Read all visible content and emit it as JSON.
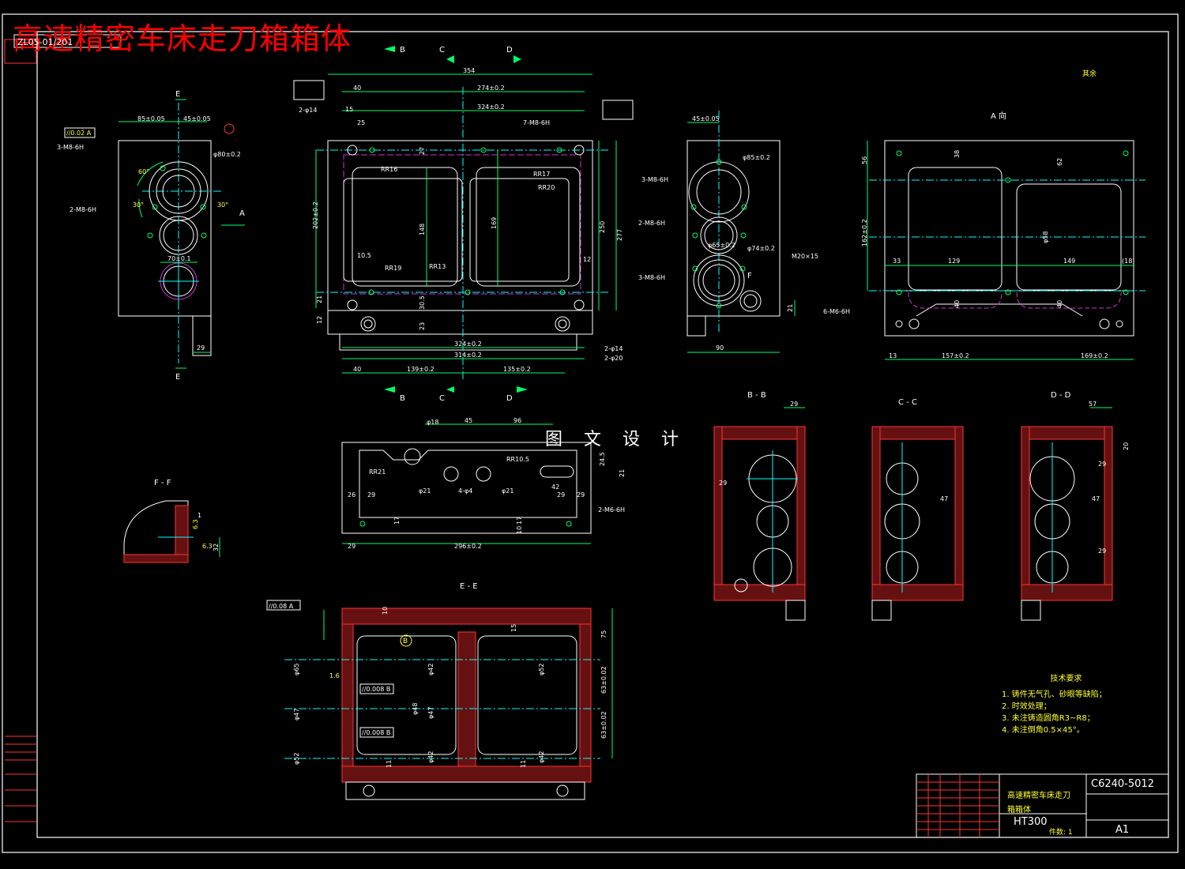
{
  "overlay_title": "高速精密车床走刀箱箱体",
  "watermark": "图 文 设 计",
  "drawing_number": "C6240-5012",
  "part_name_line1": "高速精密车床走刀",
  "part_name_line2": "箱箱体",
  "material": "HT300",
  "scale": "A1",
  "quantity": "件数: 1",
  "roughness_rest": "其余",
  "corner_stamp": "ZL05-01/201",
  "tech_notes": {
    "heading": "技术要求",
    "items": [
      "1. 铸件无气孔、砂眼等缺陷；",
      "2. 时效处理；",
      "3. 未注铸造圆角R3~R8；",
      "4. 未注倒角0.5×45°。"
    ]
  },
  "views": {
    "front": {
      "label_a": "A",
      "label_e_top": "E",
      "label_e_bottom": "E"
    },
    "main": {
      "b": "B",
      "c": "C",
      "d": "D"
    },
    "side": {
      "f": "F"
    },
    "a_view": "A 向",
    "section_bb": "B - B",
    "section_cc": "C - C",
    "section_dd": "D - D",
    "section_ee": "E - E",
    "section_ff": "F - F"
  },
  "dimensions": {
    "front": [
      "85±0.05",
      "45±0.05",
      "3-M8-6H",
      "2-M8-6H",
      "70±0.1",
      "φ80±0.2",
      "29",
      "60°",
      "30°",
      "30°",
      "//0.02 A"
    ],
    "main": [
      "354",
      "274±0.2",
      "324±0.2",
      "40",
      "15",
      "25",
      "2-φ14",
      "7-M8-6H",
      "RR16",
      "RR17",
      "RR20",
      "RR19",
      "RR13",
      "202±0.2",
      "148",
      "169",
      "250",
      "277",
      "10.5",
      "12",
      "21",
      "12",
      "324±0.2",
      "314±0.2",
      "139±0.2",
      "135±0.2",
      "40",
      "2-φ14",
      "2-φ20",
      "30.5",
      "23",
      "27"
    ],
    "side": [
      "45±0.05",
      "φ85±0.2",
      "φ65±0.2",
      "φ74±0.2",
      "3-M8-6H",
      "2-M8-6H",
      "3-M8-6H",
      "M20×15",
      "90",
      "21"
    ],
    "a_view": [
      "56",
      "38",
      "62",
      "162±0.2",
      "φ58",
      "33",
      "129",
      "149",
      "(18)",
      "40",
      "40",
      "6-M6-6H",
      "13",
      "157±0.2",
      "169±0.2"
    ],
    "b_section": [
      "φ18",
      "45",
      "96",
      "RR21",
      "RR10.5",
      "24.5",
      "21",
      "42",
      "26",
      "29",
      "29",
      "29",
      "φ21",
      "4-φ4",
      "φ21",
      "17",
      "17",
      "10",
      "2-M6-6H",
      "296±0.2",
      "29"
    ],
    "sections": [
      "29",
      "29",
      "57",
      "20",
      "29",
      "47",
      "47",
      "29"
    ],
    "ee": [
      "//0.08 A",
      "//0.008 B",
      "//0.008 B",
      "φ65",
      "φ47",
      "φ52",
      "φ42",
      "φ48",
      "φ47",
      "φ42",
      "φ52",
      "φ42",
      "75",
      "63±0.02",
      "63±0.02",
      "10",
      "15",
      "11",
      "11",
      "1.6"
    ],
    "ff": [
      "32",
      "6.3",
      "6.3",
      "1"
    ]
  }
}
